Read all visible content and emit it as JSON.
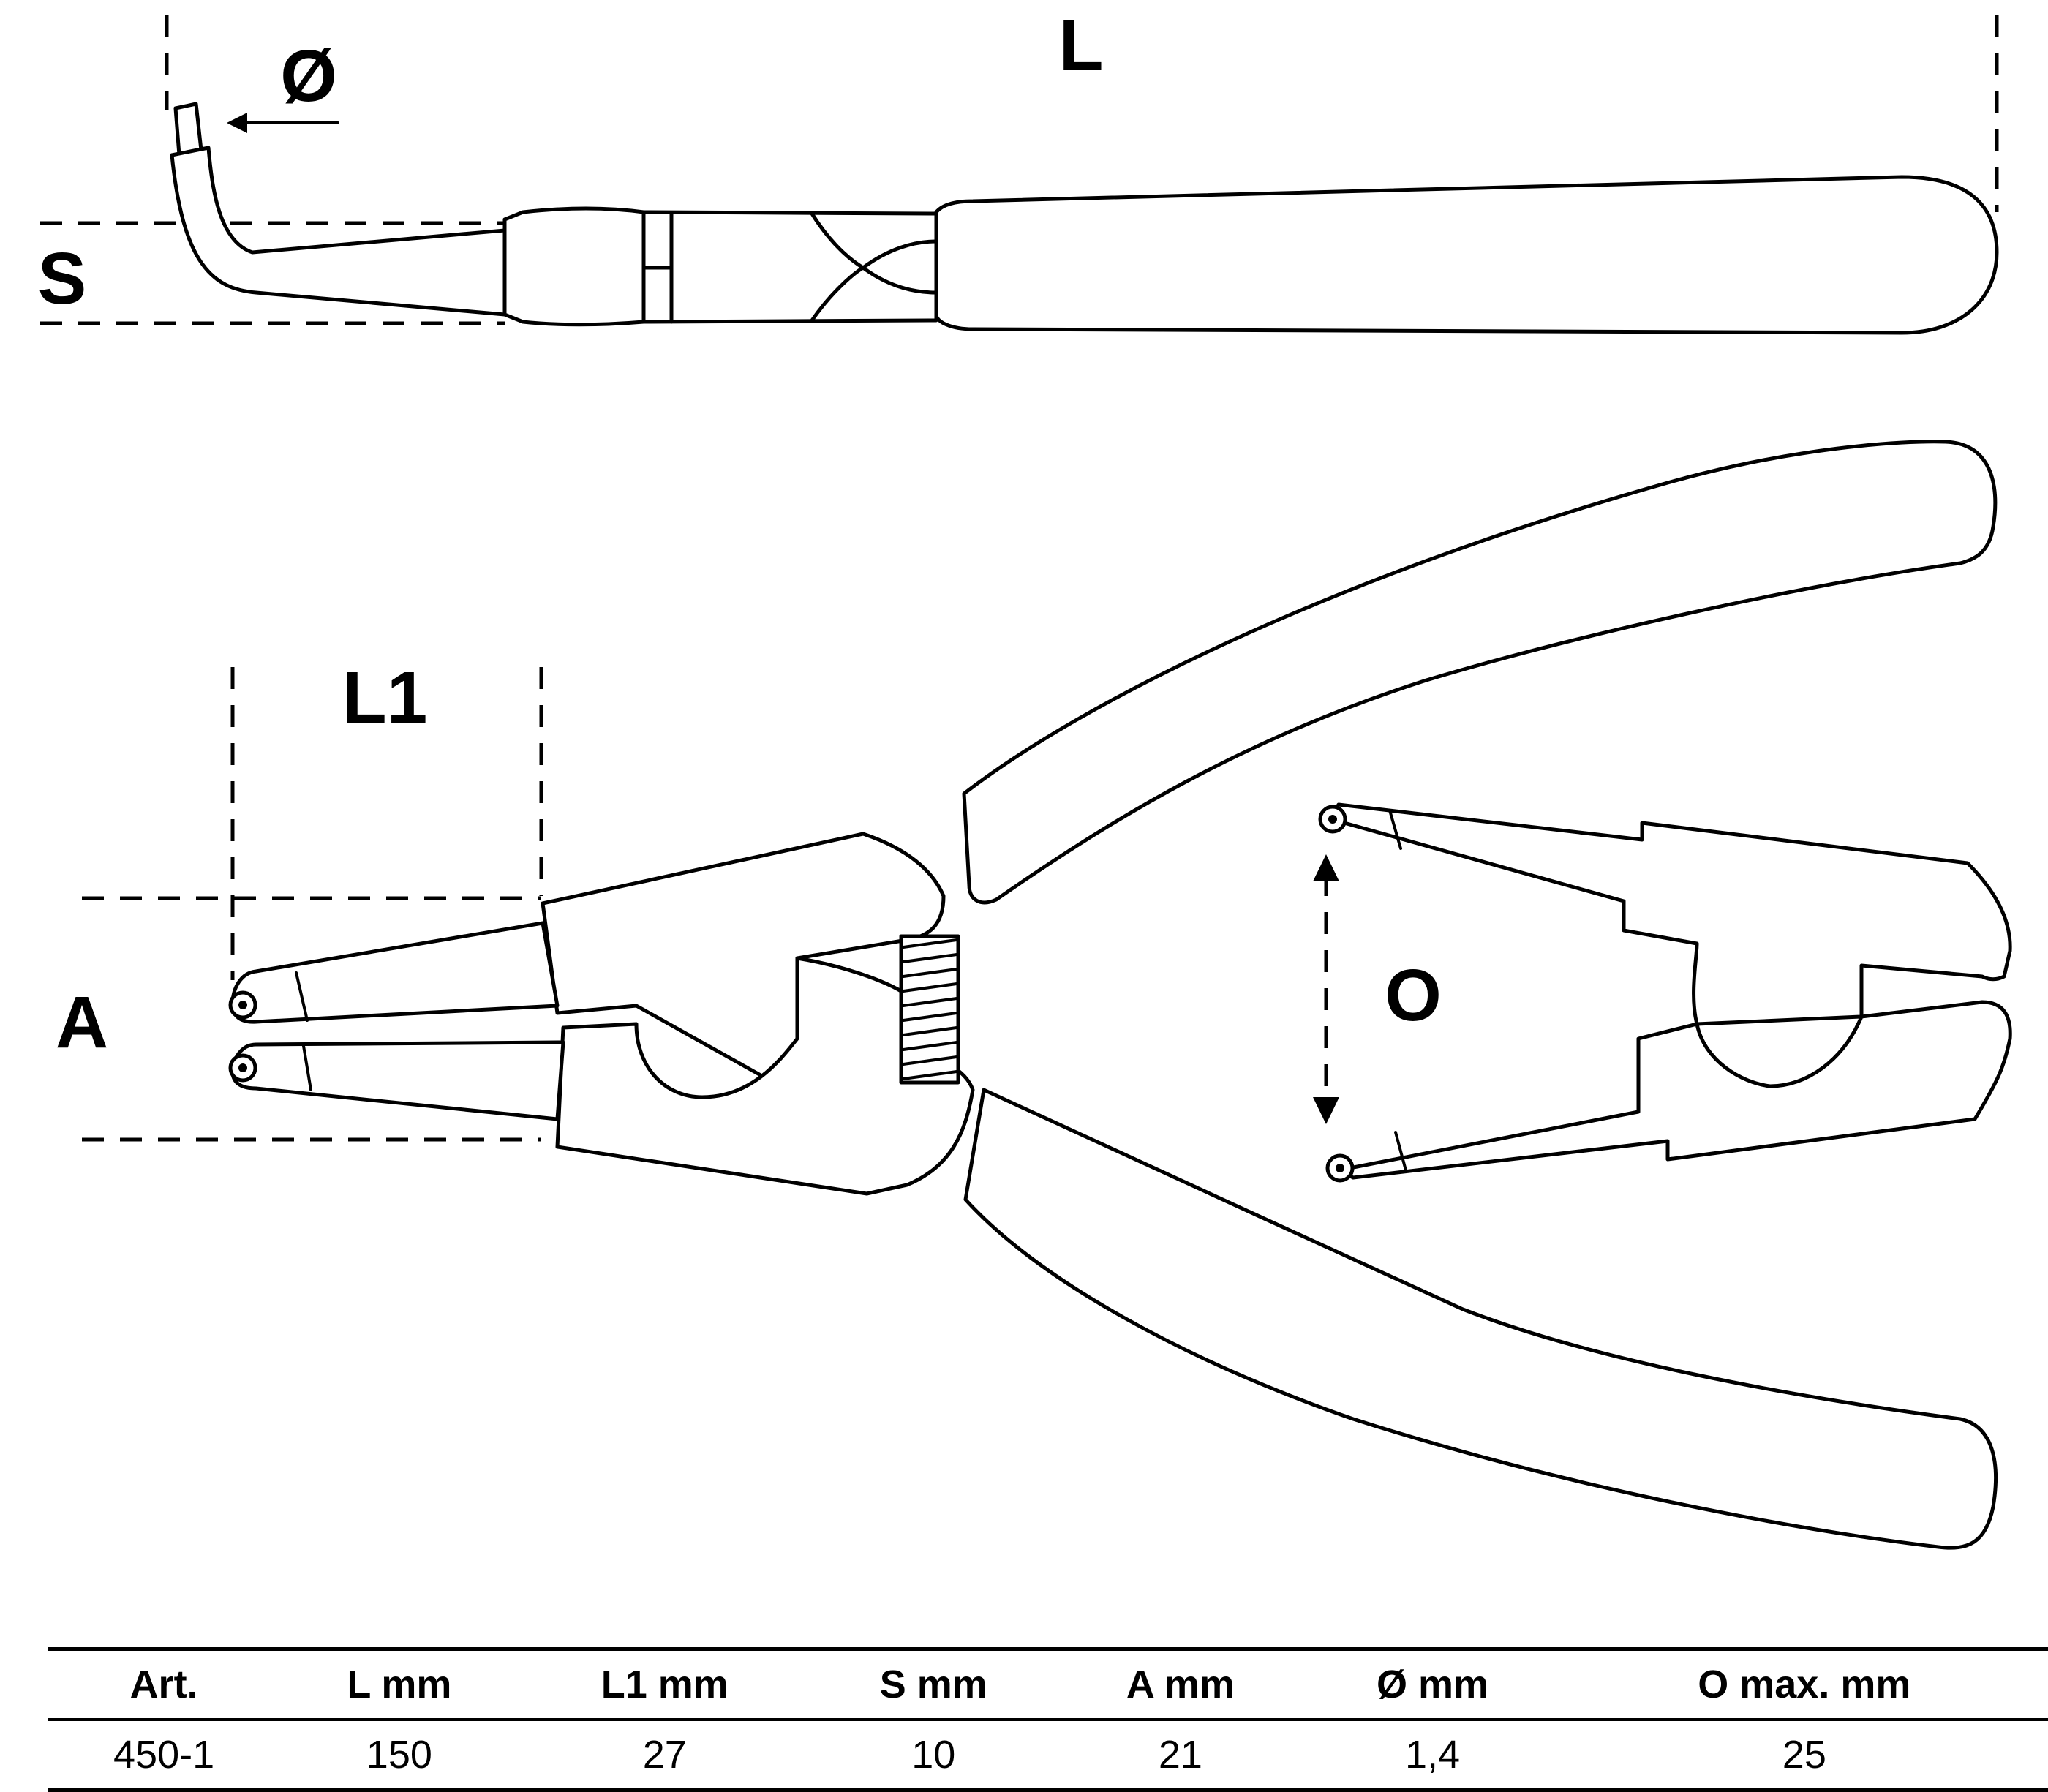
{
  "labels": {
    "L": "L",
    "diameter": "Ø",
    "S": "S",
    "L1": "L1",
    "A": "A",
    "O": "O"
  },
  "table": {
    "headers": [
      "Art.",
      "L  mm",
      "L1  mm",
      "S  mm",
      "A  mm",
      "Ø  mm",
      "O  max.  mm"
    ],
    "row": [
      "450-1",
      "150",
      "27",
      "10",
      "21",
      "1,4",
      "25"
    ]
  }
}
